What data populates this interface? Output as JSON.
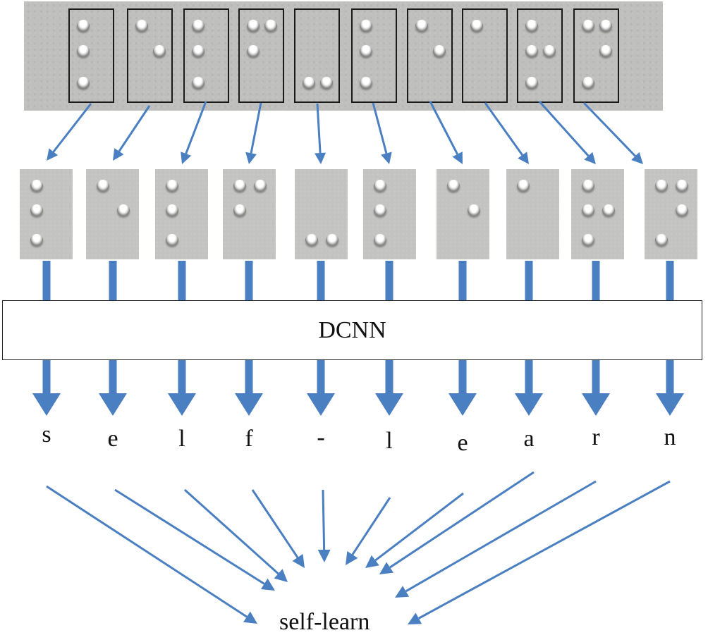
{
  "model_label": "DCNN",
  "letters": [
    "s",
    "e",
    "l",
    "f",
    "-",
    "l",
    "e",
    "a",
    "r",
    "n"
  ],
  "result_label": "self-learn",
  "braille_cells": [
    [
      1,
      0,
      1,
      0,
      1,
      0
    ],
    [
      1,
      0,
      0,
      1,
      0,
      0
    ],
    [
      1,
      0,
      1,
      0,
      1,
      0
    ],
    [
      1,
      1,
      1,
      0,
      0,
      0
    ],
    [
      0,
      0,
      0,
      0,
      1,
      1
    ],
    [
      1,
      0,
      1,
      0,
      1,
      0
    ],
    [
      1,
      0,
      0,
      1,
      0,
      0
    ],
    [
      1,
      0,
      0,
      0,
      0,
      0
    ],
    [
      1,
      0,
      1,
      1,
      1,
      0
    ],
    [
      1,
      1,
      0,
      1,
      1,
      0
    ]
  ],
  "colors": {
    "arrow": "#4a7fc1",
    "box_border": "#1a1a1a",
    "braille_bg": "#bfc0bd"
  }
}
